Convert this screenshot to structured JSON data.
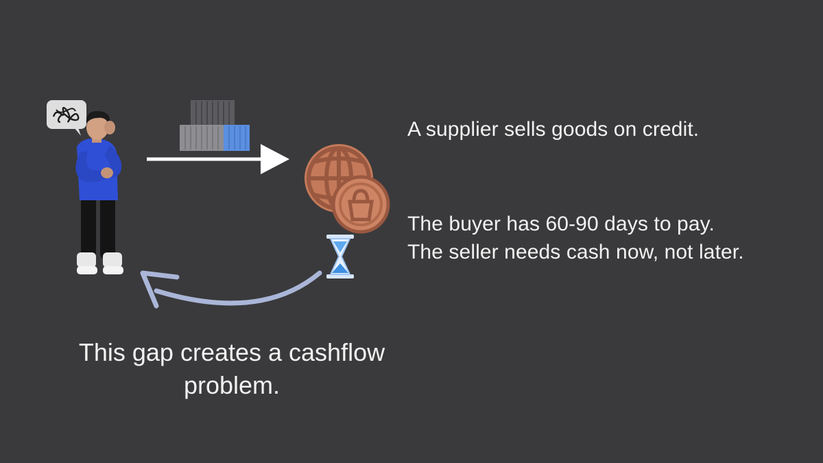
{
  "description_lines": {
    "supplier": "A supplier sells goods on credit.",
    "buyer": "The buyer has 60-90 days to pay.",
    "seller": "The seller needs cash now, not later."
  },
  "caption": "This gap creates a cashflow problem.",
  "icons": {
    "person": "worried-person-icon",
    "speech_bubble": "scribble-speech-bubble-icon",
    "goods": "shipping-containers-icon",
    "buyer": "globe-shopping-bag-icon",
    "waiting": "hourglass-icon"
  },
  "colors": {
    "background": "#3a3a3c",
    "text": "#f2f2f2",
    "forward_arrow": "#ffffff",
    "return_arrow": "#aab6d8",
    "globe": "#c47a5a",
    "sweater": "#2f4fd6"
  }
}
